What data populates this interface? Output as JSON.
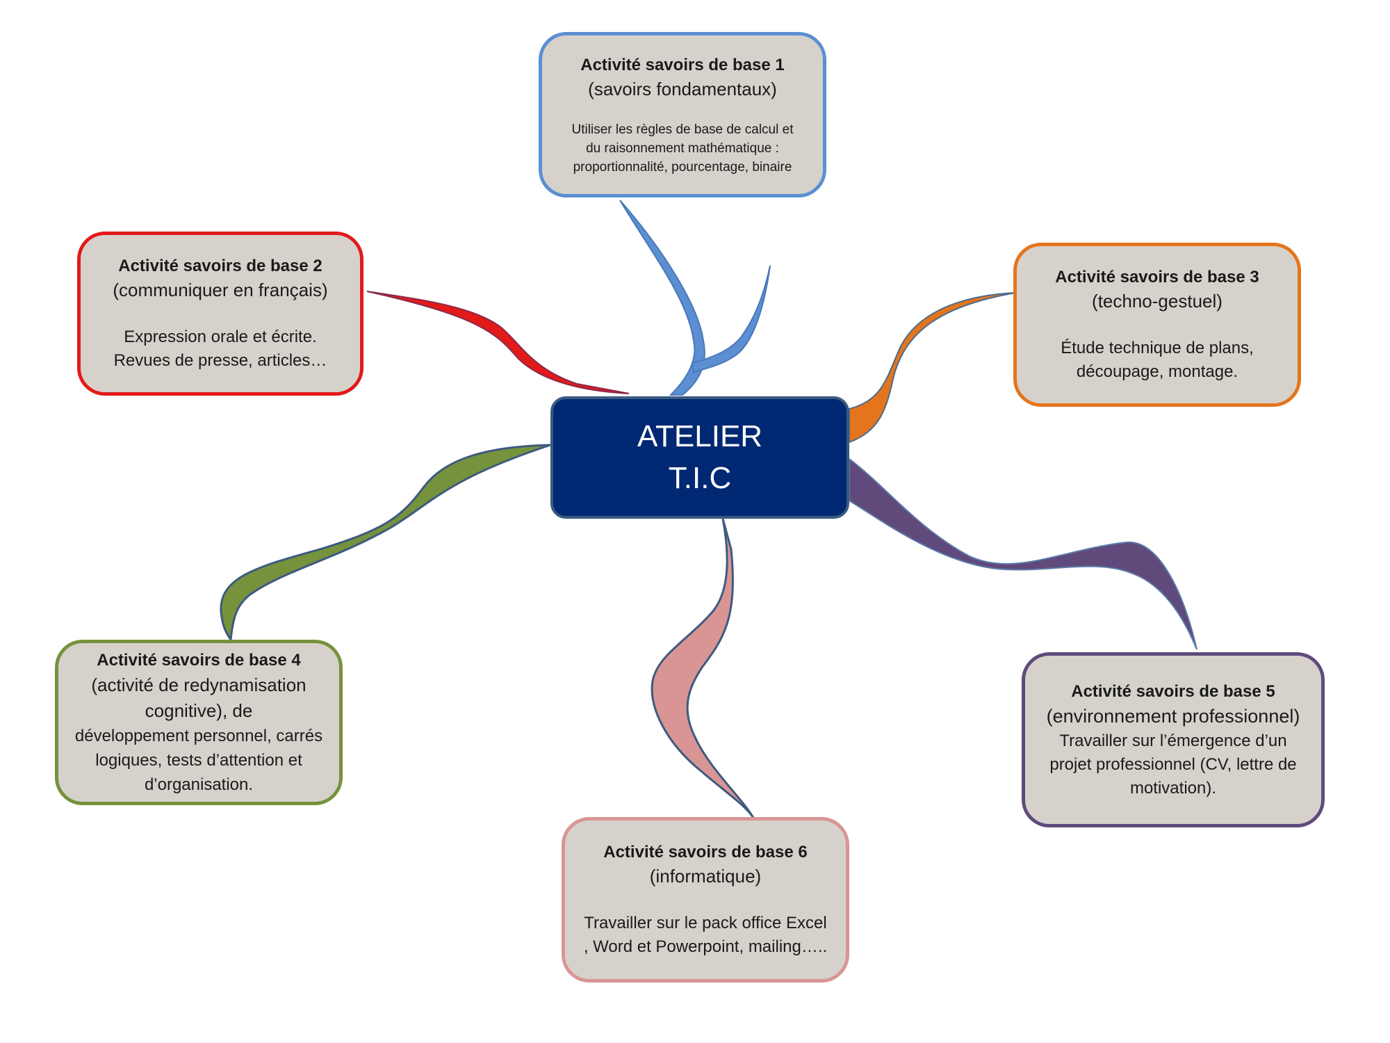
{
  "colors": {
    "center_fill": "#002873",
    "node_fill": "#d6d2cb",
    "branch_1": "#5b8fd2",
    "branch_2": "#e21a1a",
    "branch_3": "#e4751d",
    "branch_4": "#76923c",
    "branch_5": "#604a7b",
    "branch_6": "#d99594"
  },
  "center": {
    "line1": "ATELIER",
    "line2": "T.I.C"
  },
  "nodes": {
    "n1": {
      "title": "Activité savoirs de base 1",
      "subtitle": "(savoirs fondamentaux)",
      "body": "Utiliser les règles de base de calcul et du raisonnement mathématique : proportionnalité, pourcentage, binaire"
    },
    "n2": {
      "title": "Activité savoirs de base 2",
      "subtitle": "(communiquer en français)",
      "body_line1": "Expression orale et écrite.",
      "body_line2": "Revues de presse, articles…"
    },
    "n3": {
      "title": "Activité savoirs de base 3",
      "subtitle": "(techno-gestuel)",
      "body": "Étude technique de plans, découpage, montage."
    },
    "n4": {
      "title": "Activité savoirs de base 4",
      "subtitle": "(activité de redynamisation cognitive), de",
      "body": "développement personnel, carrés logiques, tests d’attention et d’organisation."
    },
    "n5": {
      "title": "Activité savoirs de base 5",
      "subtitle": "(environnement professionnel)",
      "body": "Travailler sur l’émergence d’un projet professionnel (CV, lettre de motivation)."
    },
    "n6": {
      "title": "Activité savoirs de base 6",
      "subtitle": "(informatique)",
      "body": "Travailler sur le pack office Excel , Word et Powerpoint, mailing….."
    }
  }
}
